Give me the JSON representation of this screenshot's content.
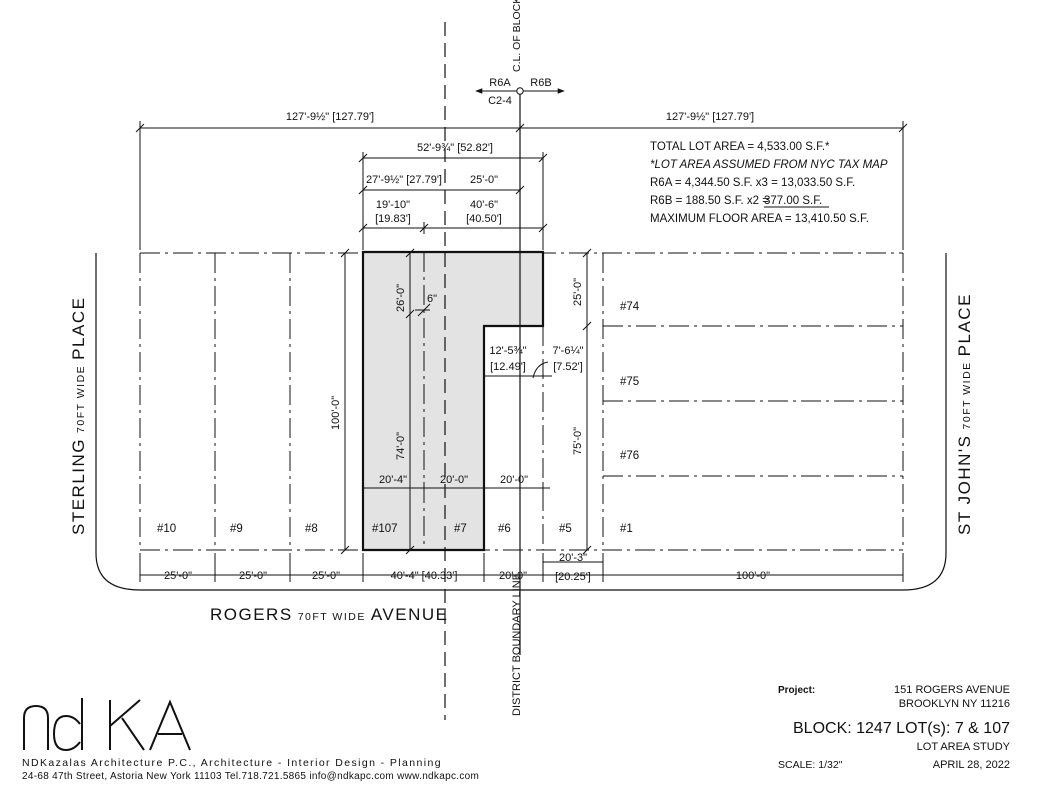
{
  "top": {
    "cl_of_block": "C.L. OF BLOCK",
    "zone_left": "R6A",
    "zone_right": "R6B",
    "zone_overlay": "C2-4",
    "district_boundary": "DISTRICT BOUNDARY LINE"
  },
  "dims": {
    "left_half": "127'-9½\" [127.79']",
    "right_half": "127'-9½\" [127.79']",
    "d_52": "52'-9¾\" [52.82']",
    "d_27": "27'-9½\" [27.79']",
    "d_25_top": "25'-0\"",
    "d_19": "19'-10\"",
    "d_19b": "[19.83']",
    "d_40": "40'-6\"",
    "d_40b": "[40.50']",
    "d_26": "26'-0\"",
    "d_6": "6\"",
    "d_100v": "100'-0\"",
    "d_74": "74'-0\"",
    "d_25v": "25'-0\"",
    "d_75": "75'-0\"",
    "d_12": "12'-5¾\"",
    "d_12b": "[12.49']",
    "d_7": "7'-6¼\"",
    "d_7b": "[7.52']",
    "d_20_4": "20'-4\"",
    "d_20_0a": "20'-0\"",
    "d_20_0b": "20'-0\"",
    "bottom": [
      "25'-0\"",
      "25'-0\"",
      "25'-0\"",
      "40'-4\" [40.33']",
      "20'-0\"",
      "100'-0\""
    ],
    "d_20_3": "20'-3\"",
    "d_20_3b": "[20.25']"
  },
  "lots": {
    "l10": "#10",
    "l9": "#9",
    "l8": "#8",
    "l107": "#107",
    "l7": "#7",
    "l6": "#6",
    "l5": "#5",
    "l1": "#1",
    "l74": "#74",
    "l75": "#75",
    "l76": "#76"
  },
  "streets": {
    "sterling": {
      "a": "STERLING",
      "b": "70FT WIDE",
      "c": "PLACE"
    },
    "stjohns": {
      "a": "ST JOHN'S",
      "b": "70FT WIDE",
      "c": "PLACE"
    },
    "rogers": {
      "a": "ROGERS",
      "b": "70FT WIDE",
      "c": "AVENUE"
    }
  },
  "notes": {
    "total": "TOTAL LOT AREA = 4,533.00 S.F.*",
    "assumed": "*LOT AREA ASSUMED FROM NYC TAX MAP",
    "r6a": "R6A = 4,344.50 S.F. x3 = 13,033.50 S.F.",
    "r6b_a": "R6B =   188.50 S.F. x2 =",
    "r6b_b": "377.00 S.F.",
    "max": "MAXIMUM FLOOR AREA = 13,410.50 S.F."
  },
  "title_block": {
    "project_label": "Project:",
    "project_line1": "151 ROGERS AVENUE",
    "project_line2": "BROOKLYN NY 11216",
    "block_lot": "BLOCK: 1247 LOT(s): 7 & 107",
    "study": "LOT AREA STUDY",
    "scale": "SCALE: 1/32\"",
    "date": "APRIL 28, 2022"
  },
  "firm": {
    "logo": "ndKA",
    "name": "NDKazalas Architecture P.C., Architecture - Interior Design - Planning",
    "address": "24-68 47th Street, Astoria New York 11103  Tel.718.721.5865  info@ndkapc.com  www.ndkapc.com"
  }
}
